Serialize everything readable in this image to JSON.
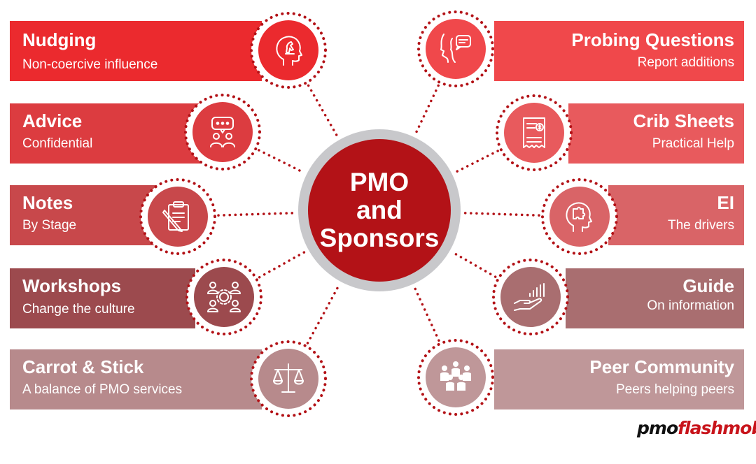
{
  "center": {
    "lines": [
      "PMO",
      "and",
      "Sponsors"
    ],
    "color": "#b31217"
  },
  "left_items": [
    {
      "title": "Nudging",
      "subtitle": "Non-coercive influence",
      "icon": "head-chess-knight-icon",
      "color": "#eb2a2e"
    },
    {
      "title": "Advice",
      "subtitle": "Confidential",
      "icon": "chat-bubble-people-icon",
      "color": "#dc3c40"
    },
    {
      "title": "Notes",
      "subtitle": "By Stage",
      "icon": "clipboard-pencil-icon",
      "color": "#c8484b"
    },
    {
      "title": "Workshops",
      "subtitle": "Change the culture",
      "icon": "team-network-icon",
      "color": "#9c4a4e"
    },
    {
      "title": "Carrot & Stick",
      "subtitle": "A balance of PMO services",
      "icon": "balance-scale-icon",
      "color": "#b78a8c"
    }
  ],
  "right_items": [
    {
      "title": "Probing Questions",
      "subtitle": "Report additions",
      "icon": "faces-speech-icon",
      "color": "#f0484b"
    },
    {
      "title": "Crib Sheets",
      "subtitle": "Practical Help",
      "icon": "receipt-dollar-icon",
      "color": "#e85a5d"
    },
    {
      "title": "EI",
      "subtitle": "The drivers",
      "icon": "head-puzzle-icon",
      "color": "#d96467"
    },
    {
      "title": "Guide",
      "subtitle": "On information",
      "icon": "hand-chart-icon",
      "color": "#a96e70"
    },
    {
      "title": "Peer Community",
      "subtitle": "Peers helping peers",
      "icon": "people-group-icon",
      "color": "#bf9799"
    }
  ],
  "logo": {
    "part1": "pmo",
    "part2": "flashmob"
  }
}
